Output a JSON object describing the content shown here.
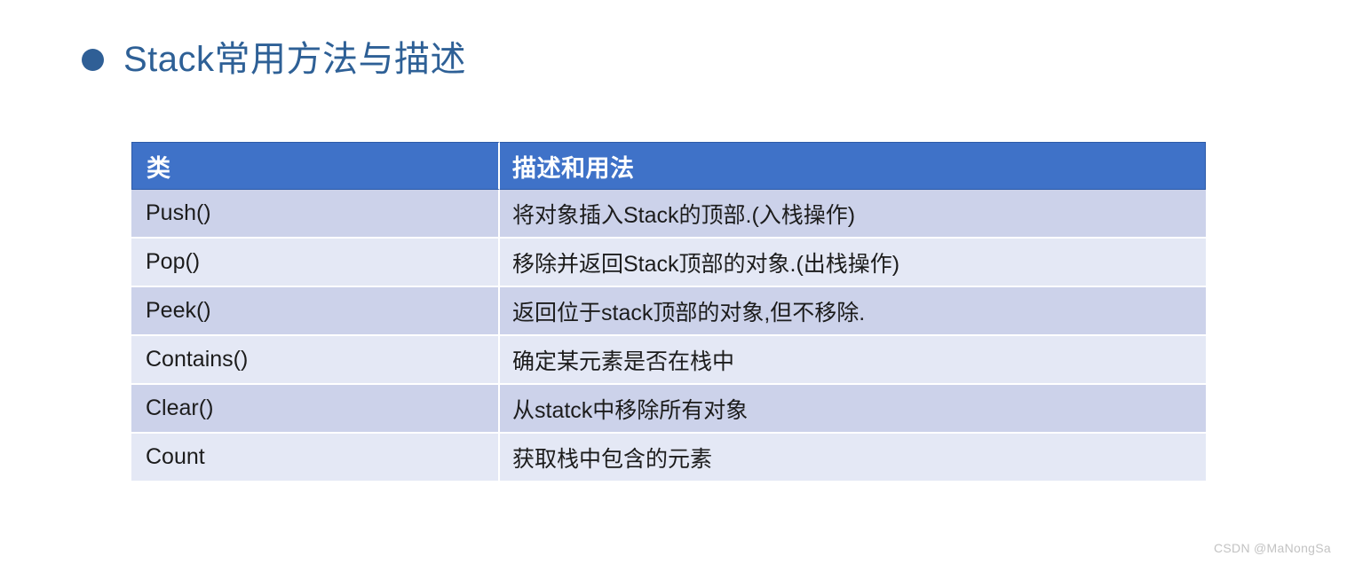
{
  "slide": {
    "title": "Stack常用方法与描述",
    "bullet_icon": "bullet-dot-icon",
    "accent_color": "#2e6096",
    "bullet_color": "#2f5f96"
  },
  "table": {
    "header_bg": "#3f72c8",
    "header_text_color": "#ffffff",
    "row_odd_bg": "#ccd2ea",
    "row_even_bg": "#e4e8f5",
    "columns": [
      "类",
      "描述和用法"
    ],
    "rows": [
      {
        "name": "Push()",
        "description": "将对象插入Stack的顶部.(入栈操作)"
      },
      {
        "name": "Pop()",
        "description": "移除并返回Stack顶部的对象.(出栈操作)"
      },
      {
        "name": "Peek()",
        "description": "返回位于stack顶部的对象,但不移除."
      },
      {
        "name": "Contains()",
        "description": "确定某元素是否在栈中"
      },
      {
        "name": "Clear()",
        "description": "从statck中移除所有对象"
      },
      {
        "name": "Count",
        "description": "获取栈中包含的元素"
      }
    ]
  },
  "watermark": {
    "text": "CSDN @MaNongSa"
  }
}
